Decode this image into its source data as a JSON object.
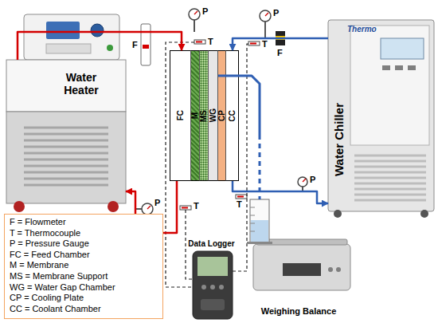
{
  "diagram": {
    "nodes": [
      {
        "text": [
          "Water Heater"
        ]
      },
      {
        "text": [
          "FC"
        ]
      },
      {
        "text": [
          "M"
        ]
      },
      {
        "text": [
          "MS"
        ]
      },
      {
        "text": [
          "WG"
        ]
      },
      {
        "text": [
          "CP"
        ]
      },
      {
        "text": [
          "CC"
        ]
      },
      {
        "text": [
          "Thermo",
          "Water Chiller"
        ]
      },
      {
        "text": [
          "Data Logger"
        ]
      },
      {
        "text": [
          "Weighing Balance"
        ]
      }
    ],
    "edges": [
      {
        "from": 0,
        "to": 1,
        "arrow": "to"
      },
      {
        "from": 1,
        "to": 0,
        "arrow": "to"
      },
      {
        "from": 7,
        "to": 6,
        "arrow": "to"
      },
      {
        "from": 6,
        "to": 7,
        "arrow": "to"
      },
      {
        "from": 4,
        "to": 9,
        "arrow": "none"
      }
    ],
    "labels": [
      "F",
      "P",
      "T",
      "P",
      "T",
      "F",
      "P",
      "T",
      "T",
      "P"
    ],
    "legend": [
      {
        "text": "F = Flowmeter"
      },
      {
        "text": "T = Thermocouple"
      },
      {
        "text": "P = Pressure Gauge"
      },
      {
        "text": "FC = Feed Chamber"
      },
      {
        "text": "M = Membrane"
      },
      {
        "text": "MS = Membrane Support"
      },
      {
        "text": "WG = Water Gap Chamber"
      },
      {
        "text": "CP = Cooling Plate"
      },
      {
        "text": "CC = Coolant Chamber"
      }
    ]
  }
}
